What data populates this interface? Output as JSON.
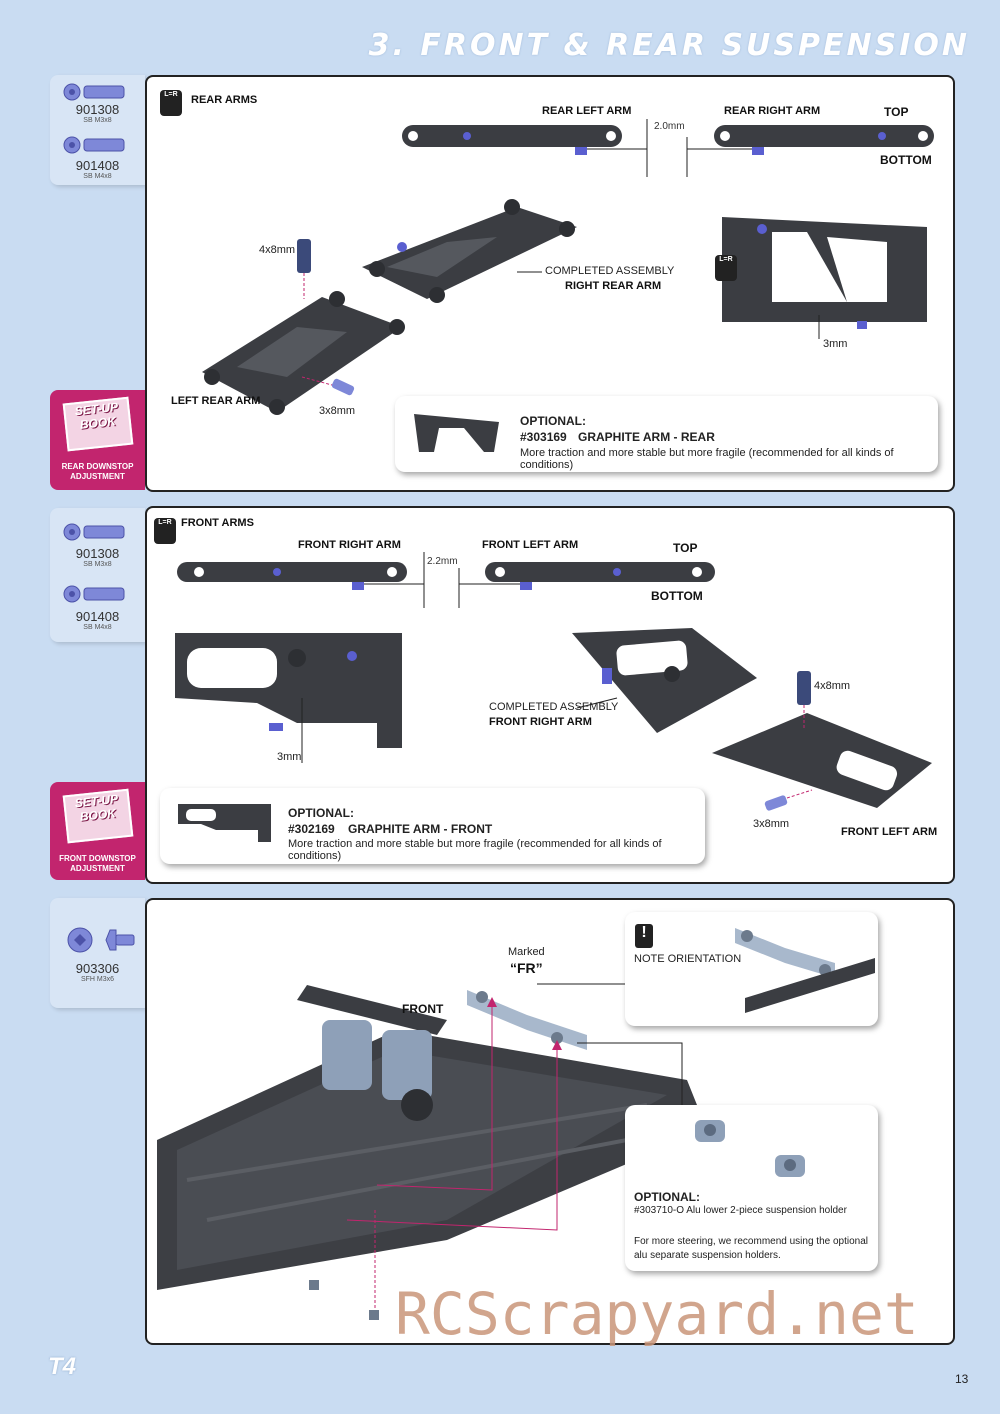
{
  "header": {
    "title": "3. FRONT & REAR SUSPENSION"
  },
  "parts_rear": [
    {
      "number": "901308",
      "desc": "SB M3x8"
    },
    {
      "number": "901408",
      "desc": "SB M4x8"
    }
  ],
  "parts_front": [
    {
      "number": "901308",
      "desc": "SB M3x8"
    },
    {
      "number": "901408",
      "desc": "SB M4x8"
    }
  ],
  "parts_holder": [
    {
      "number": "903306",
      "desc": "SFH M3x6"
    }
  ],
  "rear": {
    "lr_icon": "L=R",
    "title": "REAR ARMS",
    "left_arm_top": "REAR LEFT ARM",
    "right_arm_top": "REAR RIGHT ARM",
    "gap": "2.0mm",
    "top": "TOP",
    "bottom": "BOTTOM",
    "dim_4x8": "4x8mm",
    "dim_3x8": "3x8mm",
    "dim_3": "3mm",
    "completed_1": "COMPLETED ASSEMBLY",
    "completed_2": "RIGHT REAR ARM",
    "left_rear_arm": "LEFT REAR ARM",
    "setup_book": "SET-UP BOOK",
    "setup_label": "REAR DOWNSTOP ADJUSTMENT",
    "optional": {
      "heading": "OPTIONAL:",
      "part": "#303169",
      "part_name": "GRAPHITE ARM - REAR",
      "text": "More traction and more stable but more fragile (recommended for all kinds of conditions)"
    }
  },
  "front": {
    "lr_icon": "L=R",
    "title": "FRONT ARMS",
    "right_arm_top": "FRONT RIGHT ARM",
    "left_arm_top": "FRONT LEFT ARM",
    "gap": "2.2mm",
    "top": "TOP",
    "bottom": "BOTTOM",
    "dim_3": "3mm",
    "dim_4x8": "4x8mm",
    "dim_3x8": "3x8mm",
    "completed_1": "COMPLETED ASSEMBLY",
    "completed_2": "FRONT RIGHT ARM",
    "front_left_arm": "FRONT LEFT ARM",
    "setup_book": "SET-UP BOOK",
    "setup_label": "FRONT DOWNSTOP ADJUSTMENT",
    "optional": {
      "heading": "OPTIONAL:",
      "part": "#302169",
      "part_name": "GRAPHITE ARM - FRONT",
      "text": "More traction and more stable but more fragile (recommended for all kinds of conditions)"
    }
  },
  "holder": {
    "marked": "Marked",
    "fr": "“FR”",
    "front": "FRONT",
    "note": "NOTE ORIENTATION",
    "optional_heading": "OPTIONAL:",
    "optional_part": "#303710-O Alu lower 2-piece suspension holder",
    "optional_text": "For more steering, we recommend using the optional alu separate suspension holders."
  },
  "footer": {
    "logo": "T4",
    "page": "13",
    "watermark": "RCScrapyard.net"
  },
  "colors": {
    "accent": "#c2256e",
    "bg": "#c9dcf2",
    "part": "#3b3d42",
    "blue_screw": "#5a5fd0"
  }
}
